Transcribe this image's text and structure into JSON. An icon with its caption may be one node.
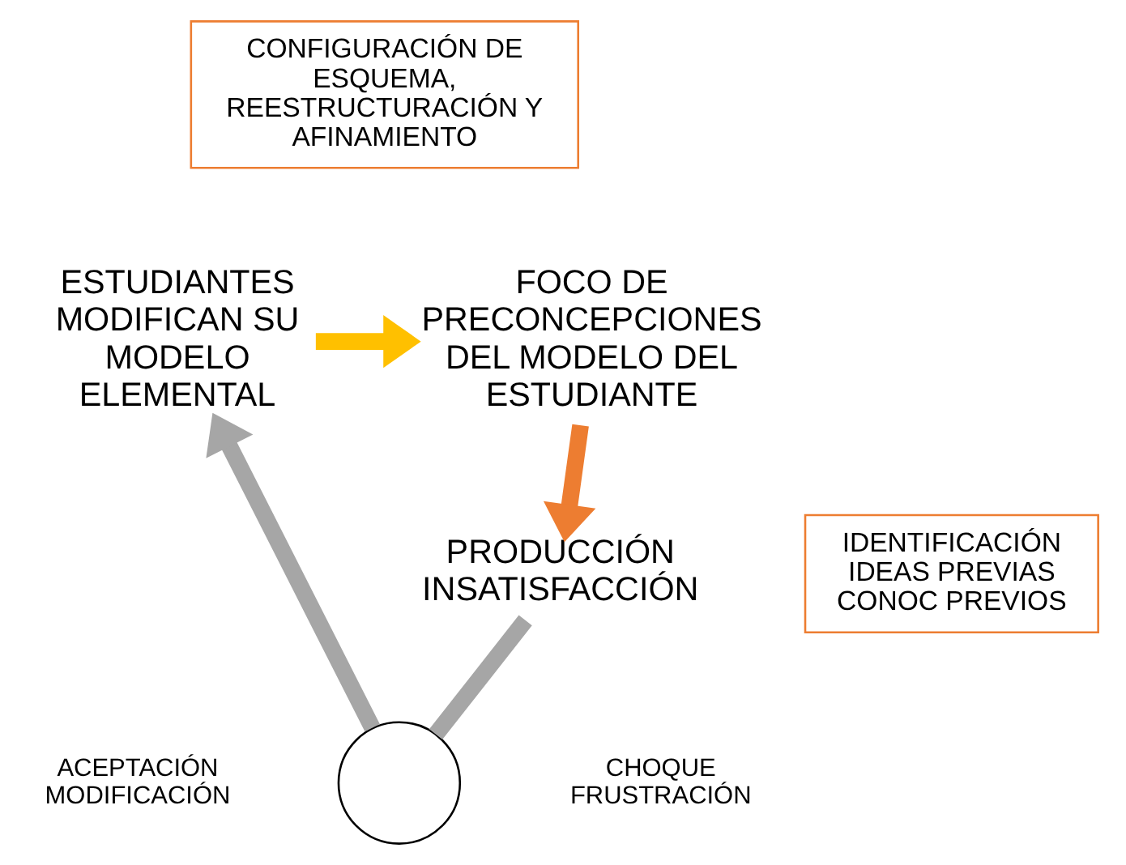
{
  "diagram": {
    "nodes": [
      {
        "text": [
          "ESTUDIANTES MODIFICAN SU MODELO ELEMENTAL"
        ]
      },
      {
        "text": [
          "FOCO DE PRECONCEPCIONES DEL MODELO DEL ESTUDIANTE"
        ]
      },
      {
        "text": [
          "PRODUCCIÓN INSATISFACCIÓN"
        ]
      },
      {
        "text": [
          "CONFIGURACIÓN DE ESQUEMA, REESTRUCTURACIÓN Y AFINAMIENTO"
        ]
      },
      {
        "text": [
          "IDENTIFICACIÓN",
          "IDEAS PREVIAS",
          "CONOC PREVIOS"
        ]
      },
      {
        "text": [],
        "shape": "circle"
      }
    ],
    "edges": [
      {
        "from": 0,
        "to": 1,
        "arrow": "to",
        "color": "#ffc000"
      },
      {
        "from": 1,
        "to": 2,
        "arrow": "to",
        "color": "#ed7d31"
      },
      {
        "from": 2,
        "to": 5,
        "arrow": "none",
        "color": "#a6a6a6"
      },
      {
        "from": 5,
        "to": 0,
        "arrow": "to",
        "color": "#a6a6a6"
      }
    ],
    "labels": [
      "CHOQUE FRUSTRACIÓN",
      "ACEPTACIÓN MODIFICACIÓN"
    ]
  }
}
